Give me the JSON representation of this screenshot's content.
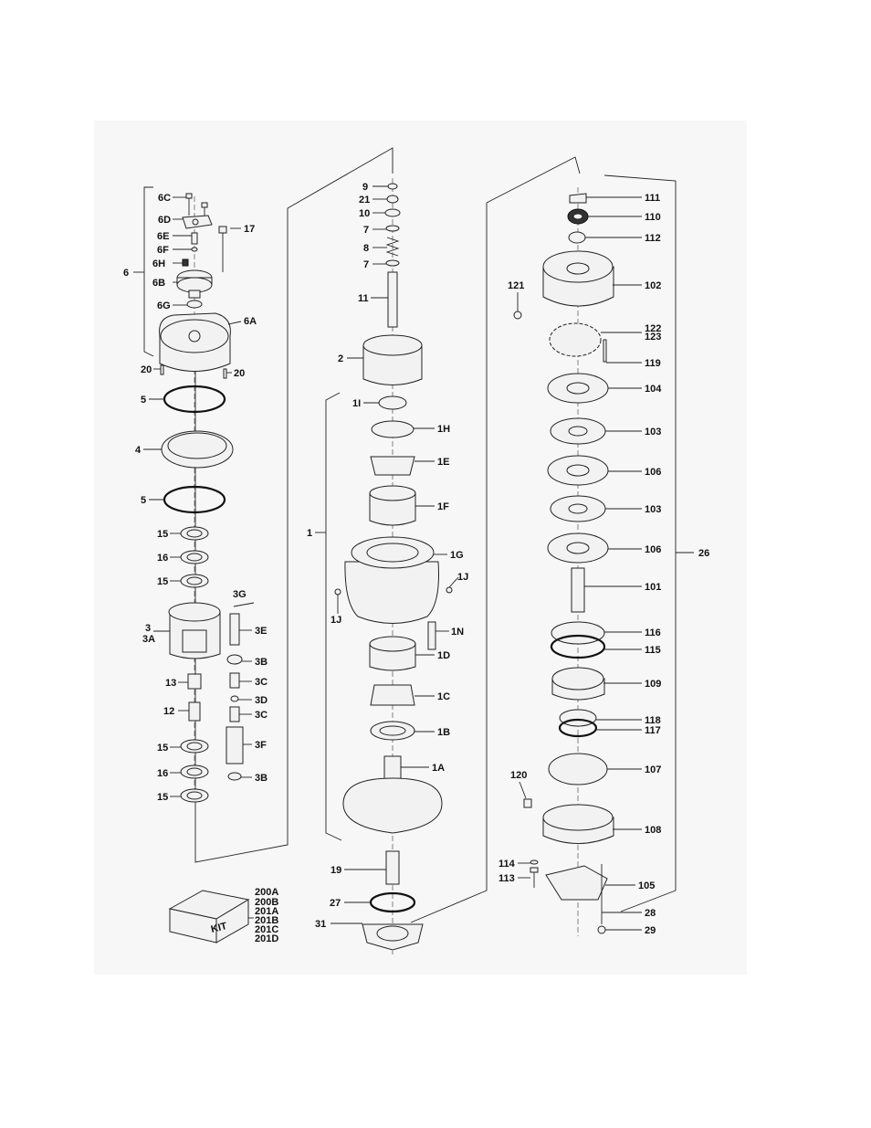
{
  "figure": {
    "kit_box_text": "KIT"
  },
  "labels": {
    "l_6C": "6C",
    "l_6D": "6D",
    "l_6E": "6E",
    "l_6F": "6F",
    "l_6H": "6H",
    "l_6B": "6B",
    "l_6G": "6G",
    "l_6": "6",
    "l_17": "17",
    "l_6A": "6A",
    "l_20a": "20",
    "l_20b": "20",
    "l_5a": "5",
    "l_4": "4",
    "l_5b": "5",
    "l_15a": "15",
    "l_16a": "16",
    "l_15b": "15",
    "l_3G": "3G",
    "l_3": "3",
    "l_3A": "3A",
    "l_3E": "3E",
    "l_3Ba": "3B",
    "l_13": "13",
    "l_3Ca": "3C",
    "l_3D": "3D",
    "l_12": "12",
    "l_3Cb": "3C",
    "l_15c": "15",
    "l_3F": "3F",
    "l_16b": "16",
    "l_3Bb": "3B",
    "l_15d": "15",
    "l_200A": "200A",
    "l_200B": "200B",
    "l_201A": "201A",
    "l_201B": "201B",
    "l_201C": "201C",
    "l_201D": "201D",
    "l_9": "9",
    "l_21": "21",
    "l_10": "10",
    "l_7a": "7",
    "l_8": "8",
    "l_7b": "7",
    "l_11": "11",
    "l_2": "2",
    "l_1I": "1I",
    "l_1H": "1H",
    "l_1E": "1E",
    "l_1F": "1F",
    "l_1": "1",
    "l_1G": "1G",
    "l_1Ja": "1J",
    "l_1Jb": "1J",
    "l_1N": "1N",
    "l_1D": "1D",
    "l_1C": "1C",
    "l_1B": "1B",
    "l_1A": "1A",
    "l_19": "19",
    "l_27": "27",
    "l_31": "31",
    "l_111": "111",
    "l_110": "110",
    "l_112": "112",
    "l_121": "121",
    "l_102": "102",
    "l_122": "122",
    "l_123": "123",
    "l_119": "119",
    "l_104": "104",
    "l_103a": "103",
    "l_106a": "106",
    "l_103b": "103",
    "l_106b": "106",
    "l_26": "26",
    "l_101": "101",
    "l_116": "116",
    "l_115": "115",
    "l_109": "109",
    "l_118": "118",
    "l_117": "117",
    "l_107": "107",
    "l_120": "120",
    "l_108": "108",
    "l_114": "114",
    "l_113": "113",
    "l_105": "105",
    "l_28": "28",
    "l_29": "29"
  }
}
